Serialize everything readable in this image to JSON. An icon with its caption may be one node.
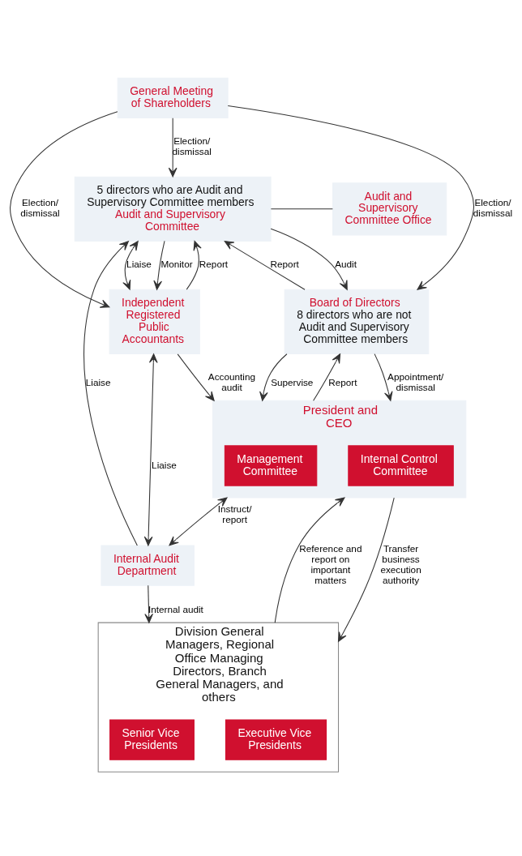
{
  "diagram": {
    "nodes": [
      {
        "text": [
          "General Meeting of Shareholders"
        ]
      },
      {
        "text": [
          "Board of Directors",
          "8 directors who are not Audit and Supervisory Committee members"
        ]
      },
      {
        "text": [
          "5 directors who are Audit and Supervisory Committee members",
          "Audit and Supervisory Committee"
        ]
      },
      {
        "text": [
          "Audit and Supervisory Committee Office"
        ]
      },
      {
        "text": [
          "President and CEO"
        ]
      },
      {
        "text": [
          "Management Committee"
        ],
        "in": 4
      },
      {
        "text": [
          "Internal Control Committee"
        ],
        "in": 4
      },
      {
        "text": [
          "Independent Registered Public Accountants"
        ]
      },
      {
        "text": [
          "Division General Managers, Regional Office Managing Directors, Branch General Managers, and others"
        ]
      },
      {
        "text": [
          "Executive Vice Presidents"
        ],
        "in": 8
      },
      {
        "text": [
          "Senior Vice Presidents"
        ],
        "in": 8
      },
      {
        "text": [
          "Internal Audit Department"
        ]
      }
    ],
    "edges": [
      {
        "from": 0,
        "to": 1,
        "arrow": "to",
        "label": "Election/ dismissal"
      },
      {
        "from": 0,
        "to": 2,
        "arrow": "to",
        "label": "Election/ dismissal"
      },
      {
        "from": 0,
        "to": 7,
        "arrow": "to",
        "label": "Election/ dismissal"
      },
      {
        "from": 2,
        "to": 1,
        "arrow": "to",
        "label": "Audit"
      },
      {
        "from": 1,
        "to": 2,
        "arrow": "to",
        "label": "Report"
      },
      {
        "from": 1,
        "to": 4,
        "arrow": "to",
        "label": "Supervise"
      },
      {
        "from": 1,
        "to": 4,
        "arrow": "to",
        "label": "Appointment/ dismissal"
      },
      {
        "from": 4,
        "to": 1,
        "arrow": "to",
        "label": "Report"
      },
      {
        "from": 2,
        "to": 3,
        "arrow": "none"
      },
      {
        "from": 2,
        "to": 7,
        "arrow": "to",
        "label": "Monitor"
      },
      {
        "from": 7,
        "to": 2,
        "arrow": "to",
        "label": "Report"
      },
      {
        "from": 2,
        "to": 7,
        "arrow": "both",
        "label": "Liaise"
      },
      {
        "from": 7,
        "to": 4,
        "arrow": "to",
        "label": "Accounting audit"
      },
      {
        "from": 11,
        "to": 2,
        "arrow": "to",
        "label": "Liaise"
      },
      {
        "from": 7,
        "to": 11,
        "arrow": "both",
        "label": "Liaise"
      },
      {
        "from": 4,
        "to": 11,
        "arrow": "both",
        "label": "Instruct/ report"
      },
      {
        "from": 8,
        "to": 4,
        "arrow": "to",
        "label": "Reference and report on important matters"
      },
      {
        "from": 4,
        "to": 8,
        "arrow": "to",
        "label": "Transfer business execution authority"
      },
      {
        "from": 11,
        "to": 8,
        "arrow": "to",
        "label": "Internal audit"
      }
    ]
  }
}
